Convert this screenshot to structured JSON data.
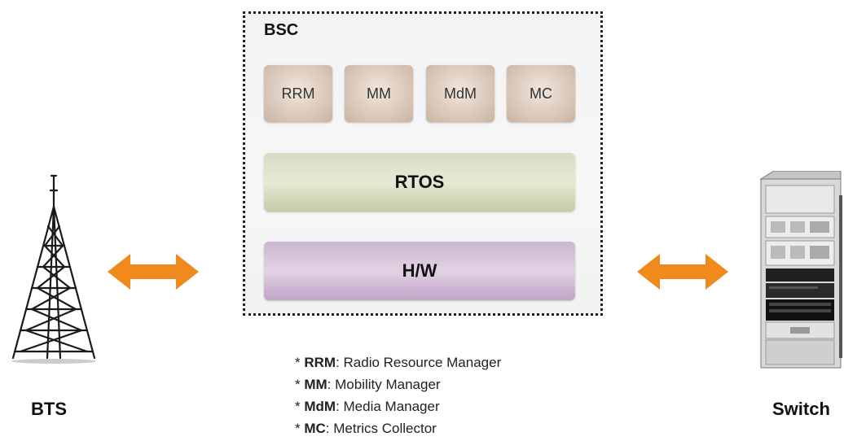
{
  "bsc": {
    "title": "BSC",
    "modules": [
      "RRM",
      "MM",
      "MdM",
      "MC"
    ],
    "layers": [
      "RTOS",
      "H/W"
    ]
  },
  "nodes": {
    "left_label": "BTS",
    "right_label": "Switch"
  },
  "legend": [
    {
      "abbr": "RRM",
      "desc": ": Radio Resource Manager"
    },
    {
      "abbr": "MM",
      "desc": ": Mobility Manager"
    },
    {
      "abbr": "MdM",
      "desc": ": Media Manager"
    },
    {
      "abbr": "MC",
      "desc": ": Metrics Collector"
    }
  ],
  "colors": {
    "arrow": "#f08a1c",
    "module": "#dccbbd",
    "rtos": "#dfe1c9",
    "hw": "#d6c1da"
  },
  "icons": [
    "tower-icon",
    "rack-server-icon"
  ]
}
